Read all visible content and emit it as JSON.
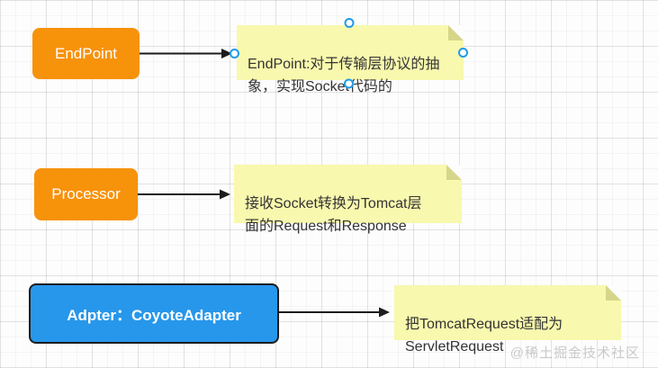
{
  "canvas": {
    "watermark": "@稀土掘金技术社区"
  },
  "nodes": [
    {
      "id": "endpoint",
      "label": "EndPoint",
      "shape": "rounded-rect",
      "fill": "#F7920B",
      "text_color": "#FFFFFF"
    },
    {
      "id": "processor",
      "label": "Processor",
      "shape": "rounded-rect",
      "fill": "#F7920B",
      "text_color": "#FFFFFF"
    },
    {
      "id": "adapter",
      "label": "Adpter：CoyoteAdapter",
      "shape": "rounded-rect",
      "fill": "#2797EB",
      "border_color": "#1D1D1D",
      "text_color": "#FFFFFF"
    }
  ],
  "notes": [
    {
      "id": "endpoint-note",
      "text": "EndPoint:对于传输层协议的抽\n象，实现Socket代码的",
      "fill": "#F8F8AE",
      "fold_color": "#D6D68A",
      "selected": true
    },
    {
      "id": "processor-note",
      "text": "接收Socket转换为Tomcat层\n面的Request和Response",
      "fill": "#F8F8AE",
      "fold_color": "#D6D68A",
      "selected": false
    },
    {
      "id": "adapter-note",
      "text": "把TomcatRequest适配为\nServletRequest",
      "fill": "#F8F8AE",
      "fold_color": "#D6D68A",
      "selected": false
    }
  ],
  "connectors": [
    {
      "id": "endpoint-to-note",
      "from": "endpoint",
      "to": "endpoint-note",
      "style": "solid-arrow"
    },
    {
      "id": "processor-to-note",
      "from": "processor",
      "to": "processor-note",
      "style": "solid-arrow"
    },
    {
      "id": "adapter-to-note",
      "from": "adapter",
      "to": "adapter-note",
      "style": "solid-arrow"
    }
  ],
  "colors": {
    "node_orange": "#F7920B",
    "node_blue": "#2797EB",
    "node_blue_border": "#1D1D1D",
    "note_yellow": "#F8F8AE",
    "note_fold": "#D6D68A",
    "connector": "#1C1C1C",
    "selection_handle": "#1E9BE9",
    "note_text": "#333333",
    "grid_line": "#E8E8EA"
  }
}
